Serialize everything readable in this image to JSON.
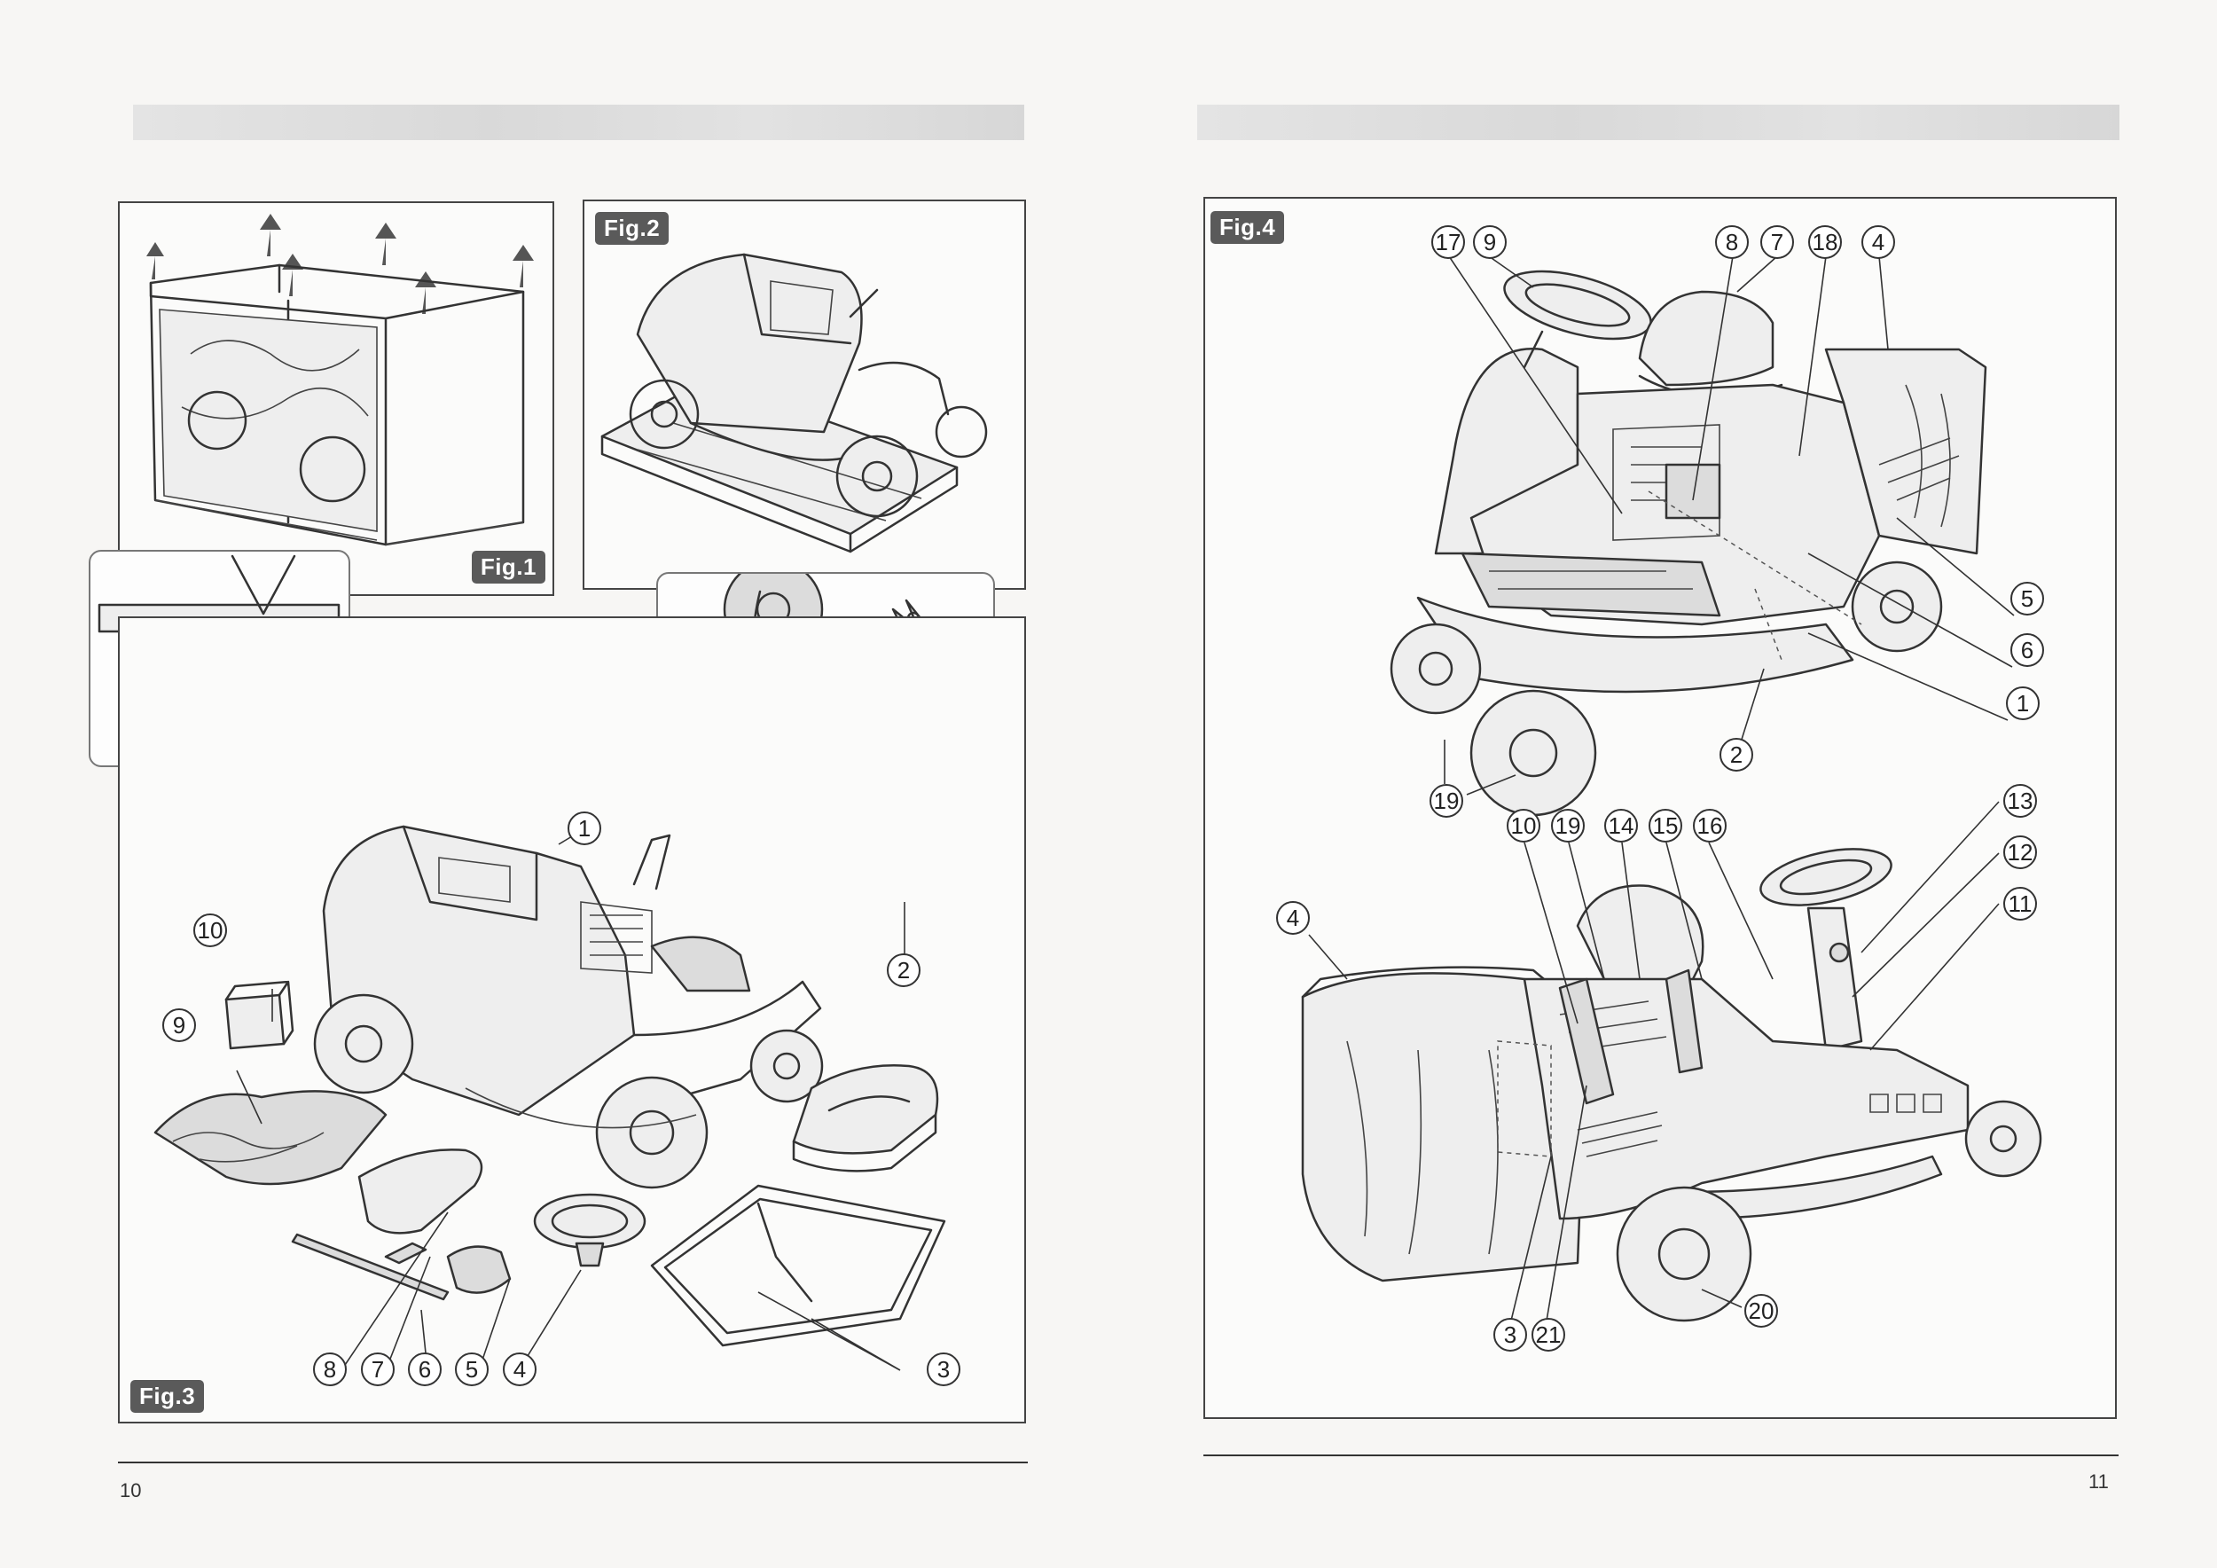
{
  "left_page": {
    "page_number": "10",
    "figures": {
      "fig1": {
        "label": "Fig.1"
      },
      "fig2": {
        "label": "Fig.2"
      },
      "fig3": {
        "label": "Fig.3",
        "callouts": [
          "1",
          "2",
          "3",
          "4",
          "5",
          "6",
          "7",
          "8",
          "9",
          "10"
        ]
      }
    }
  },
  "right_page": {
    "page_number": "11",
    "figures": {
      "fig4": {
        "label": "Fig.4",
        "top_callouts": [
          "17",
          "9",
          "8",
          "7",
          "18",
          "4",
          "5",
          "6",
          "1",
          "2",
          "19"
        ],
        "bottom_callouts": [
          "10",
          "19",
          "14",
          "15",
          "16",
          "13",
          "12",
          "11",
          "4",
          "3",
          "21",
          "20"
        ]
      }
    }
  }
}
